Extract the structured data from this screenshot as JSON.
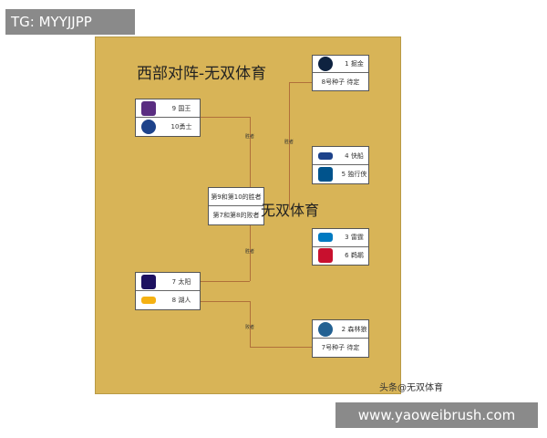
{
  "overlay_top": "TG: MYYJJPP",
  "overlay_bottom": "www.yaoweibrush.com",
  "title": "西部对阵-无双体育",
  "watermark": "无双体育",
  "source": "头条@无双体育",
  "winner": "胜者",
  "loser": "败者",
  "teams": {
    "kings": "9 国王",
    "warriors": "10勇士",
    "suns": "7 太阳",
    "lakers": "8 湖人",
    "nuggets": "1 掘金",
    "seed8": "8号种子 待定",
    "clippers": "4 快船",
    "mavs": "5 独行侠",
    "thunder": "3 雷霆",
    "pelicans": "6 鹈鹕",
    "wolves": "2 森林狼",
    "seed7": "7号种子 待定"
  },
  "center": {
    "top": "第9和第10的胜者",
    "bottom": "第7和第8的败者"
  },
  "colors": {
    "background": "#d8b457",
    "line": "#b0703a"
  }
}
